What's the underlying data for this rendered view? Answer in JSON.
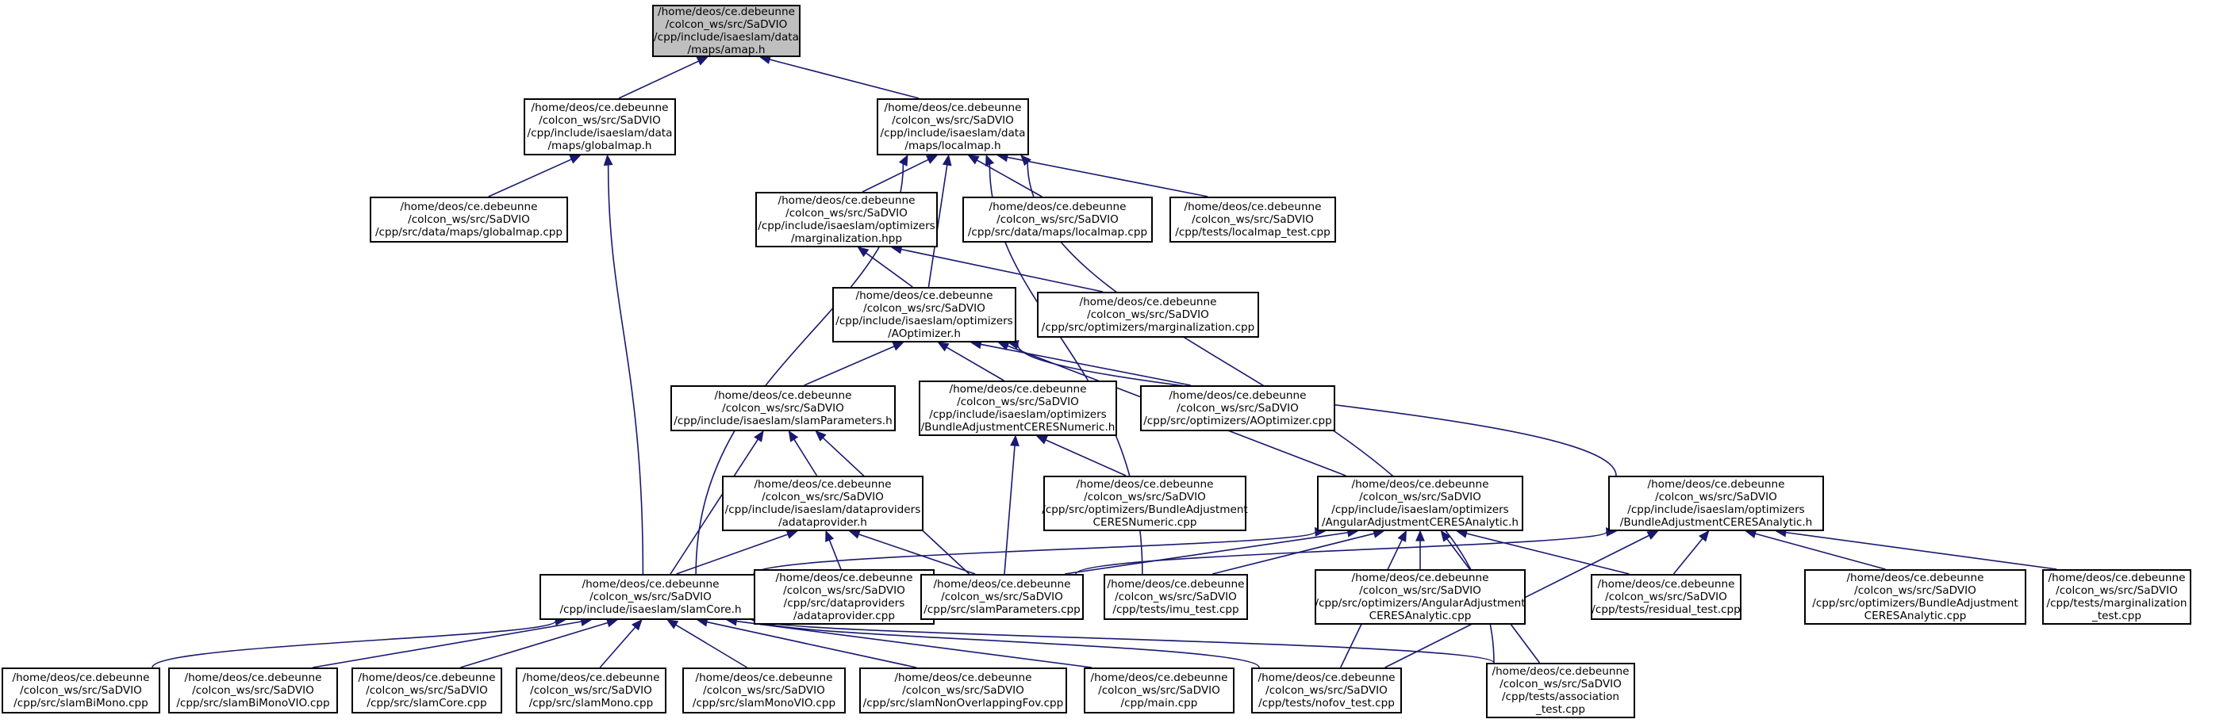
{
  "graph": {
    "accent_color": "#191970",
    "nodes": [
      {
        "id": "amap",
        "label": "/home/deos/ce.debeunne\n/colcon_ws/src/SaDVIO\n/cpp/include/isaeslam/data\n/maps/amap.h",
        "current": true
      },
      {
        "id": "globalmap_h",
        "label": "/home/deos/ce.debeunne\n/colcon_ws/src/SaDVIO\n/cpp/include/isaeslam/data\n/maps/globalmap.h"
      },
      {
        "id": "localmap_h",
        "label": "/home/deos/ce.debeunne\n/colcon_ws/src/SaDVIO\n/cpp/include/isaeslam/data\n/maps/localmap.h"
      },
      {
        "id": "globalmap_cpp",
        "label": "/home/deos/ce.debeunne\n/colcon_ws/src/SaDVIO\n/cpp/src/data/maps/globalmap.cpp"
      },
      {
        "id": "marginalization_hpp",
        "label": "/home/deos/ce.debeunne\n/colcon_ws/src/SaDVIO\n/cpp/include/isaeslam/optimizers\n/marginalization.hpp"
      },
      {
        "id": "localmap_cpp",
        "label": "/home/deos/ce.debeunne\n/colcon_ws/src/SaDVIO\n/cpp/src/data/maps/localmap.cpp"
      },
      {
        "id": "localmap_test",
        "label": "/home/deos/ce.debeunne\n/colcon_ws/src/SaDVIO\n/cpp/tests/localmap_test.cpp"
      },
      {
        "id": "aoptimizer_h",
        "label": "/home/deos/ce.debeunne\n/colcon_ws/src/SaDVIO\n/cpp/include/isaeslam/optimizers\n/AOptimizer.h"
      },
      {
        "id": "marginalization_cpp",
        "label": "/home/deos/ce.debeunne\n/colcon_ws/src/SaDVIO\n/cpp/src/optimizers/marginalization.cpp"
      },
      {
        "id": "slamparameters_h",
        "label": "/home/deos/ce.debeunne\n/colcon_ws/src/SaDVIO\n/cpp/include/isaeslam/slamParameters.h"
      },
      {
        "id": "ba_numeric_h",
        "label": "/home/deos/ce.debeunne\n/colcon_ws/src/SaDVIO\n/cpp/include/isaeslam/optimizers\n/BundleAdjustmentCERESNumeric.h"
      },
      {
        "id": "aoptimizer_cpp",
        "label": "/home/deos/ce.debeunne\n/colcon_ws/src/SaDVIO\n/cpp/src/optimizers/AOptimizer.cpp"
      },
      {
        "id": "adataprovider_h",
        "label": "/home/deos/ce.debeunne\n/colcon_ws/src/SaDVIO\n/cpp/include/isaeslam/dataproviders\n/adataprovider.h"
      },
      {
        "id": "ba_numeric_cpp",
        "label": "/home/deos/ce.debeunne\n/colcon_ws/src/SaDVIO\n/cpp/src/optimizers/BundleAdjustment\nCERESNumeric.cpp"
      },
      {
        "id": "angular_h",
        "label": "/home/deos/ce.debeunne\n/colcon_ws/src/SaDVIO\n/cpp/include/isaeslam/optimizers\n/AngularAdjustmentCERESAnalytic.h"
      },
      {
        "id": "ba_analytic_h",
        "label": "/home/deos/ce.debeunne\n/colcon_ws/src/SaDVIO\n/cpp/include/isaeslam/optimizers\n/BundleAdjustmentCERESAnalytic.h"
      },
      {
        "id": "slamcore_h",
        "label": "/home/deos/ce.debeunne\n/colcon_ws/src/SaDVIO\n/cpp/include/isaeslam/slamCore.h"
      },
      {
        "id": "adataprovider_cpp",
        "label": "/home/deos/ce.debeunne\n/colcon_ws/src/SaDVIO\n/cpp/src/dataproviders\n/adataprovider.cpp"
      },
      {
        "id": "slamparameters_cpp",
        "label": "/home/deos/ce.debeunne\n/colcon_ws/src/SaDVIO\n/cpp/src/slamParameters.cpp"
      },
      {
        "id": "imu_test",
        "label": "/home/deos/ce.debeunne\n/colcon_ws/src/SaDVIO\n/cpp/tests/imu_test.cpp"
      },
      {
        "id": "angular_cpp",
        "label": "/home/deos/ce.debeunne\n/colcon_ws/src/SaDVIO\n/cpp/src/optimizers/AngularAdjustment\nCERESAnalytic.cpp"
      },
      {
        "id": "residual_test",
        "label": "/home/deos/ce.debeunne\n/colcon_ws/src/SaDVIO\n/cpp/tests/residual_test.cpp"
      },
      {
        "id": "ba_analytic_cpp",
        "label": "/home/deos/ce.debeunne\n/colcon_ws/src/SaDVIO\n/cpp/src/optimizers/BundleAdjustment\nCERESAnalytic.cpp"
      },
      {
        "id": "marginalization_test",
        "label": "/home/deos/ce.debeunne\n/colcon_ws/src/SaDVIO\n/cpp/tests/marginalization\n_test.cpp"
      },
      {
        "id": "slambimono",
        "label": "/home/deos/ce.debeunne\n/colcon_ws/src/SaDVIO\n/cpp/src/slamBiMono.cpp"
      },
      {
        "id": "slambimonovio",
        "label": "/home/deos/ce.debeunne\n/colcon_ws/src/SaDVIO\n/cpp/src/slamBiMonoVIO.cpp"
      },
      {
        "id": "slamcore_cpp",
        "label": "/home/deos/ce.debeunne\n/colcon_ws/src/SaDVIO\n/cpp/src/slamCore.cpp"
      },
      {
        "id": "slammono",
        "label": "/home/deos/ce.debeunne\n/colcon_ws/src/SaDVIO\n/cpp/src/slamMono.cpp"
      },
      {
        "id": "slammonovio",
        "label": "/home/deos/ce.debeunne\n/colcon_ws/src/SaDVIO\n/cpp/src/slamMonoVIO.cpp"
      },
      {
        "id": "slamnonoverlapping",
        "label": "/home/deos/ce.debeunne\n/colcon_ws/src/SaDVIO\n/cpp/src/slamNonOverlappingFov.cpp"
      },
      {
        "id": "main_cpp",
        "label": "/home/deos/ce.debeunne\n/colcon_ws/src/SaDVIO\n/cpp/main.cpp"
      },
      {
        "id": "nofov_test",
        "label": "/home/deos/ce.debeunne\n/colcon_ws/src/SaDVIO\n/cpp/tests/nofov_test.cpp"
      },
      {
        "id": "association_test",
        "label": "/home/deos/ce.debeunne\n/colcon_ws/src/SaDVIO\n/cpp/tests/association\n_test.cpp"
      }
    ],
    "edges": [
      {
        "from": "globalmap_h",
        "to": "amap"
      },
      {
        "from": "localmap_h",
        "to": "amap"
      },
      {
        "from": "globalmap_cpp",
        "to": "globalmap_h"
      },
      {
        "from": "slamcore_h",
        "to": "globalmap_h"
      },
      {
        "from": "marginalization_hpp",
        "to": "localmap_h"
      },
      {
        "from": "localmap_cpp",
        "to": "localmap_h"
      },
      {
        "from": "localmap_test",
        "to": "localmap_h"
      },
      {
        "from": "aoptimizer_h",
        "to": "localmap_h"
      },
      {
        "from": "slamcore_h",
        "to": "localmap_h"
      },
      {
        "from": "imu_test",
        "to": "localmap_h"
      },
      {
        "from": "association_test",
        "to": "localmap_h"
      },
      {
        "from": "aoptimizer_h",
        "to": "marginalization_hpp"
      },
      {
        "from": "marginalization_cpp",
        "to": "marginalization_hpp"
      },
      {
        "from": "slamparameters_h",
        "to": "aoptimizer_h"
      },
      {
        "from": "ba_numeric_h",
        "to": "aoptimizer_h"
      },
      {
        "from": "aoptimizer_cpp",
        "to": "aoptimizer_h"
      },
      {
        "from": "angular_h",
        "to": "aoptimizer_h"
      },
      {
        "from": "ba_analytic_h",
        "to": "aoptimizer_h"
      },
      {
        "from": "adataprovider_h",
        "to": "slamparameters_h"
      },
      {
        "from": "slamcore_h",
        "to": "slamparameters_h"
      },
      {
        "from": "slamparameters_cpp",
        "to": "slamparameters_h"
      },
      {
        "from": "ba_numeric_cpp",
        "to": "ba_numeric_h"
      },
      {
        "from": "slamparameters_cpp",
        "to": "ba_numeric_h"
      },
      {
        "from": "slamcore_h",
        "to": "adataprovider_h"
      },
      {
        "from": "adataprovider_cpp",
        "to": "adataprovider_h"
      },
      {
        "from": "slamparameters_cpp",
        "to": "adataprovider_h"
      },
      {
        "from": "slamcore_h",
        "to": "angular_h"
      },
      {
        "from": "slamparameters_cpp",
        "to": "angular_h"
      },
      {
        "from": "imu_test",
        "to": "angular_h"
      },
      {
        "from": "angular_cpp",
        "to": "angular_h"
      },
      {
        "from": "residual_test",
        "to": "angular_h"
      },
      {
        "from": "nofov_test",
        "to": "angular_h"
      },
      {
        "from": "association_test",
        "to": "angular_h"
      },
      {
        "from": "slamparameters_cpp",
        "to": "ba_analytic_h"
      },
      {
        "from": "residual_test",
        "to": "ba_analytic_h"
      },
      {
        "from": "ba_analytic_cpp",
        "to": "ba_analytic_h"
      },
      {
        "from": "marginalization_test",
        "to": "ba_analytic_h"
      },
      {
        "from": "nofov_test",
        "to": "ba_analytic_h"
      },
      {
        "from": "slambimono",
        "to": "slamcore_h"
      },
      {
        "from": "slambimonovio",
        "to": "slamcore_h"
      },
      {
        "from": "slamcore_cpp",
        "to": "slamcore_h"
      },
      {
        "from": "slammono",
        "to": "slamcore_h"
      },
      {
        "from": "slammonovio",
        "to": "slamcore_h"
      },
      {
        "from": "slamnonoverlapping",
        "to": "slamcore_h"
      },
      {
        "from": "main_cpp",
        "to": "slamcore_h"
      },
      {
        "from": "nofov_test",
        "to": "slamcore_h"
      },
      {
        "from": "association_test",
        "to": "slamcore_h"
      }
    ]
  }
}
